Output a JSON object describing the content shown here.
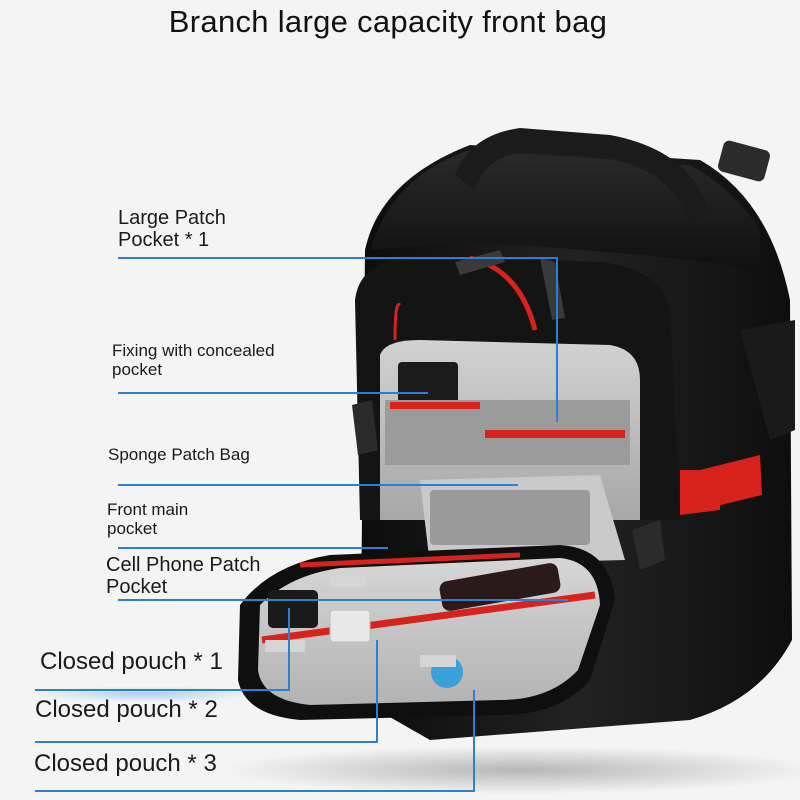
{
  "header": {
    "title": "Branch large capacity front bag"
  },
  "callouts": [
    {
      "id": "large-patch-pocket",
      "lines": [
        "Large Patch",
        "Pocket * 1"
      ]
    },
    {
      "id": "fixing-concealed-pocket",
      "lines": [
        "Fixing with concealed",
        "pocket"
      ]
    },
    {
      "id": "sponge-patch-bag",
      "lines": [
        "Sponge Patch Bag"
      ]
    },
    {
      "id": "front-main-pocket",
      "lines": [
        "Front main",
        "pocket"
      ]
    },
    {
      "id": "cell-phone-patch-pocket",
      "lines": [
        "Cell Phone Patch",
        "Pocket"
      ]
    },
    {
      "id": "closed-pouch-1",
      "lines": [
        "Closed pouch * 1"
      ]
    },
    {
      "id": "closed-pouch-2",
      "lines": [
        "Closed pouch * 2"
      ]
    },
    {
      "id": "closed-pouch-3",
      "lines": [
        "Closed pouch * 3"
      ]
    }
  ],
  "colors": {
    "leader_line": "#2f7fd0",
    "bag_body": "#151515",
    "accent_red": "#d8231c",
    "lining": "#bdbdbd"
  }
}
